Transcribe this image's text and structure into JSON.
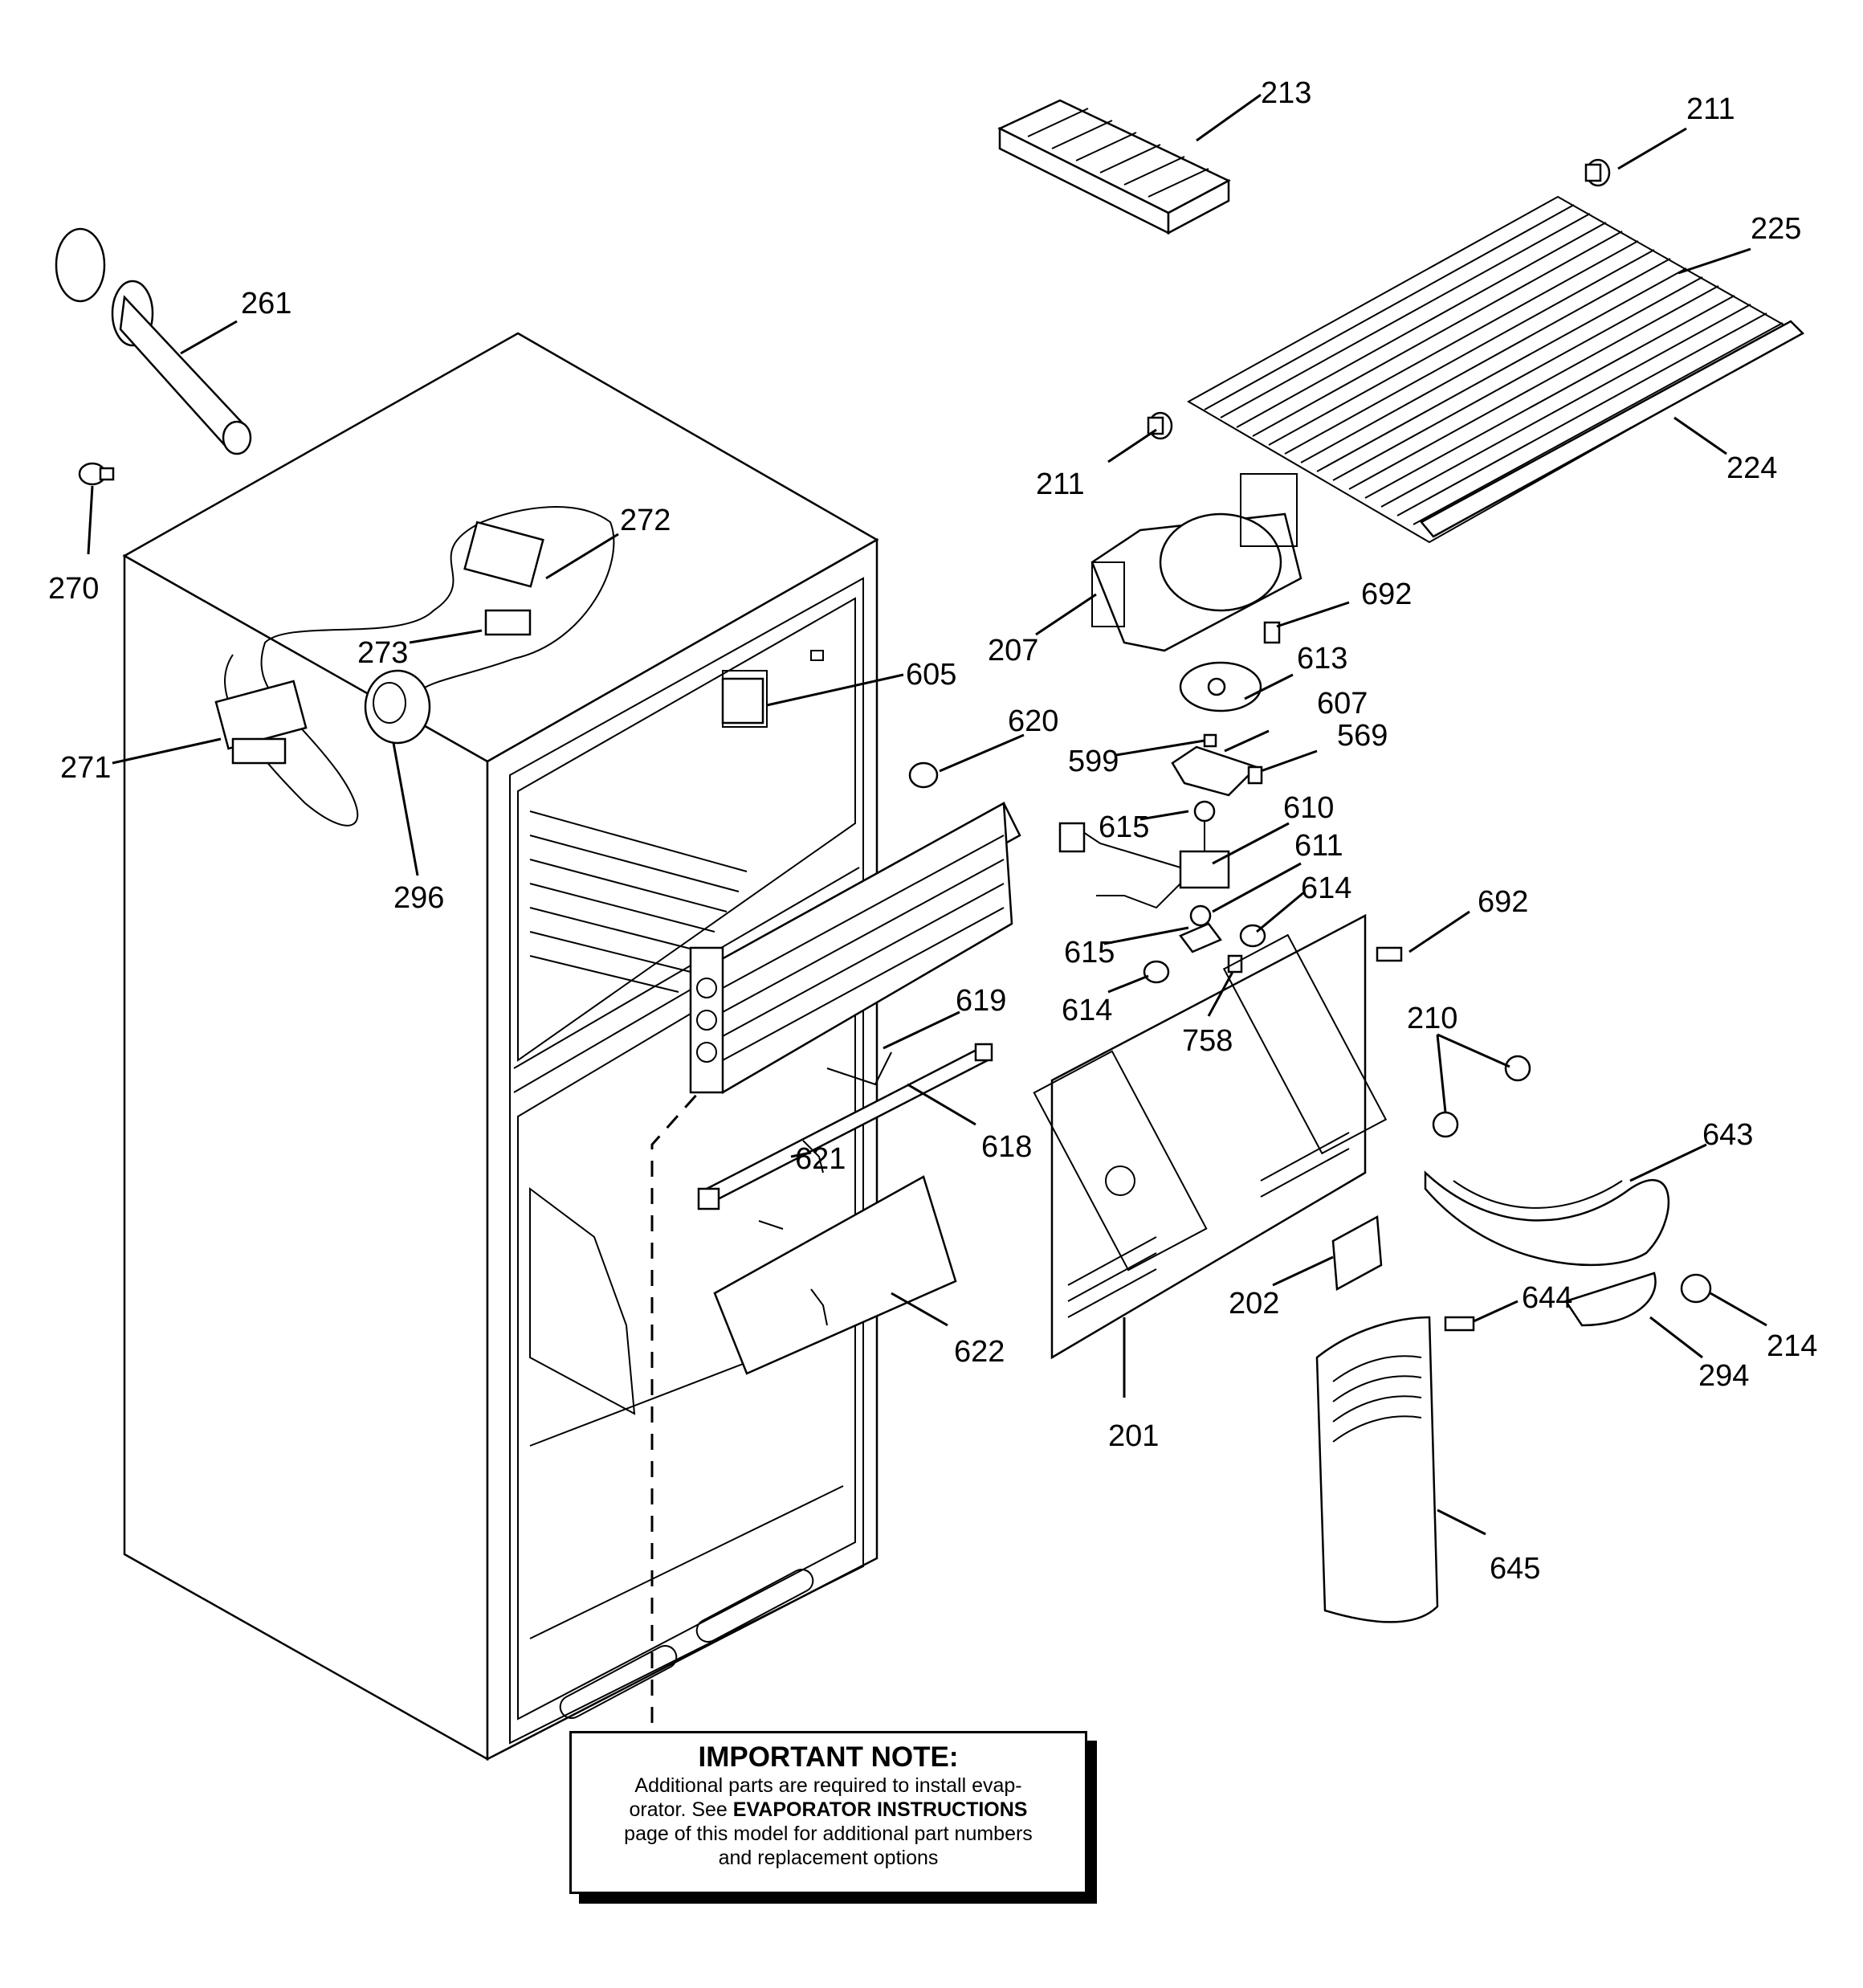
{
  "parts": {
    "p213": "213",
    "p211a": "211",
    "p225": "225",
    "p261": "261",
    "p211b": "211",
    "p224": "224",
    "p270": "270",
    "p272": "272",
    "p692a": "692",
    "p207": "207",
    "p273": "273",
    "p613": "613",
    "p605": "605",
    "p607": "607",
    "p620": "620",
    "p569": "569",
    "p599": "599",
    "p271": "271",
    "p610": "610",
    "p615a": "615",
    "p611": "611",
    "p296": "296",
    "p614a": "614",
    "p692b": "692",
    "p615b": "615",
    "p619": "619",
    "p614b": "614",
    "p758": "758",
    "p210": "210",
    "p618": "618",
    "p643": "643",
    "p621": "621",
    "p622": "622",
    "p202": "202",
    "p644": "644",
    "p214": "214",
    "p294": "294",
    "p201": "201",
    "p645": "645"
  },
  "note": {
    "title": "IMPORTANT NOTE:",
    "line1": "Additional parts are required to install evap-",
    "line2_pre": "orator.  See ",
    "line2_bold": "EVAPORATOR INSTRUCTIONS",
    "line3": "page of this model for additional part numbers",
    "line4": "and replacement options"
  }
}
